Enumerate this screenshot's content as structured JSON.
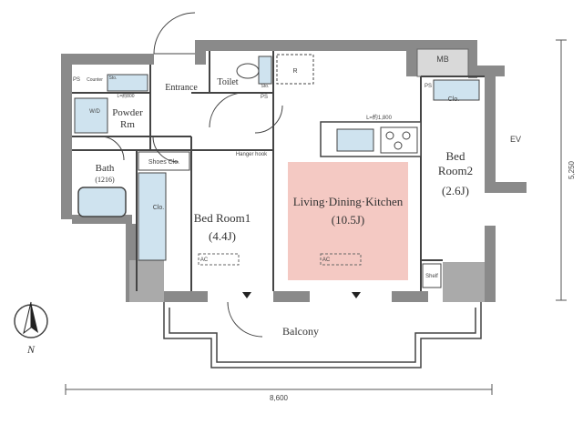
{
  "rooms": {
    "ldk_name": "Living·Dining·Kitchen",
    "ldk_size": "(10.5J)",
    "bed1_name": "Bed Room1",
    "bed1_size": "(4.4J)",
    "bed2_line1": "Bed",
    "bed2_line2": "Room2",
    "bed2_size": "(2.6J)",
    "balcony": "Balcony",
    "entrance": "Entrance",
    "toilet": "Toilet",
    "powder_line1": "Powder",
    "powder_line2": "Rm",
    "bath": "Bath",
    "bath_size": "(1216)",
    "mb": "MB",
    "ev": "EV",
    "shoes_clo": "Shoes Clo.",
    "clo": "Clo.",
    "clo2": "Clo.",
    "shelf": "Shelf",
    "wd": "W/D",
    "counter": "Counter",
    "ps1": "PS",
    "ps2": "PS",
    "ps3": "PS",
    "sto": "Sto.",
    "sto2": "Sto.",
    "r_mark": "R",
    "hanger": "Hanger hook",
    "ac1": "AC",
    "ac2": "AC",
    "kitchen_length": "L=約1,800",
    "powder_length": "L=約800"
  },
  "dimensions": {
    "width": "8,600",
    "height": "5,250"
  },
  "compass": {
    "north": "N"
  },
  "colors": {
    "ldk_highlight": "#f4c9c3",
    "wall": "#7f7f7f",
    "fixture_blue": "#cfe3ef"
  }
}
